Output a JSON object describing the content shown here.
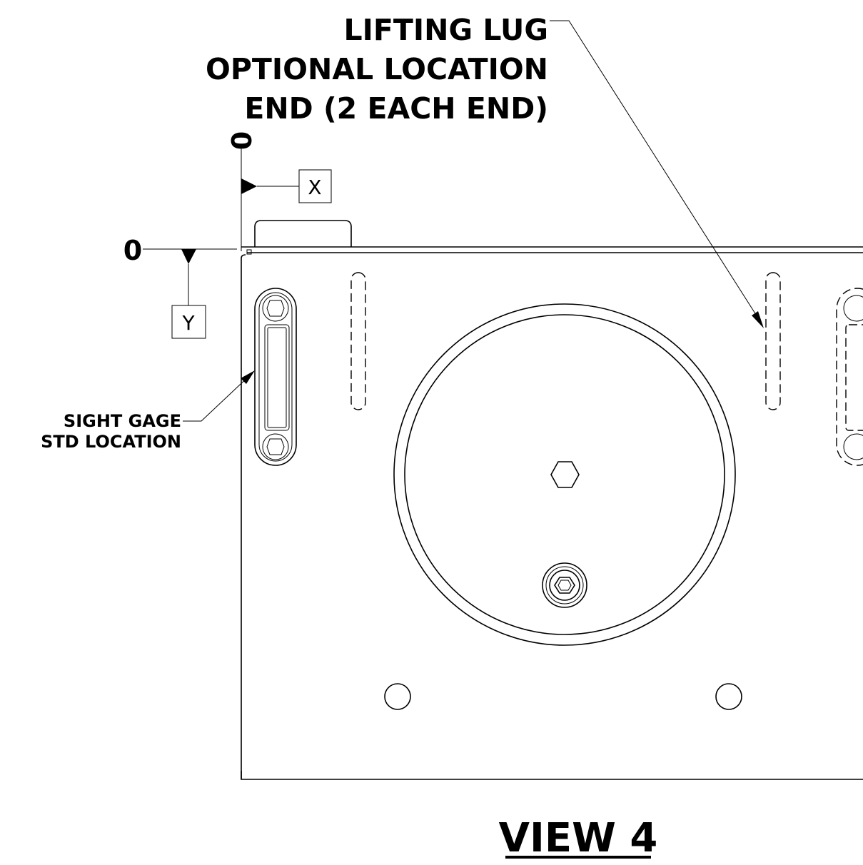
{
  "lifting_lug": {
    "line1": "LIFTING LUG",
    "line2": "OPTIONAL LOCATION",
    "line3": "END (2 EACH END)"
  },
  "sight_gage": {
    "line1": "SIGHT GAGE",
    "line2": "STD LOCATION"
  },
  "datums": {
    "x_zero": "0",
    "y_zero": "0",
    "x_label": "X",
    "y_label": "Y"
  },
  "view_title": "VIEW 4"
}
